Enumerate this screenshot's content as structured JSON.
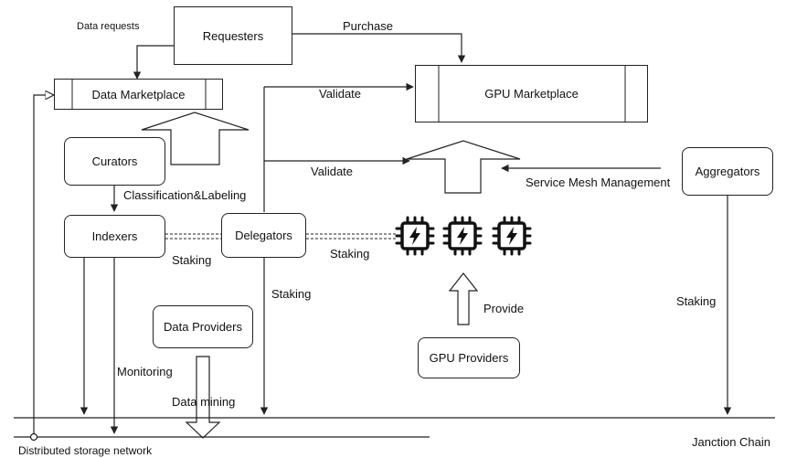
{
  "nodes": {
    "requesters": "Requesters",
    "data_marketplace": "Data Marketplace",
    "gpu_marketplace": "GPU Marketplace",
    "curators": "Curators",
    "indexers": "Indexers",
    "delegators": "Delegators",
    "aggregators": "Aggregators",
    "data_providers": "Data Providers",
    "gpu_providers": "GPU Providers"
  },
  "edge_labels": {
    "data_requests": "Data requests",
    "purchase": "Purchase",
    "validate_top": "Validate",
    "validate_mid": "Validate",
    "service_mesh": "Service Mesh Management",
    "classification": "Classification&Labeling",
    "staking_indexers": "Staking",
    "staking_gpu": "Staking",
    "staking_delegators": "Staking",
    "staking_aggregators": "Staking",
    "provide": "Provide",
    "monitoring": "Monitoring",
    "data_mining": "Data mining"
  },
  "chains": {
    "distributed_storage": "Distributed storage network",
    "janction_chain": "Janction Chain"
  },
  "icons": [
    "gpu-chip-icon",
    "gpu-chip-icon",
    "gpu-chip-icon"
  ],
  "colors": {
    "line": "#222222",
    "background": "#ffffff"
  }
}
